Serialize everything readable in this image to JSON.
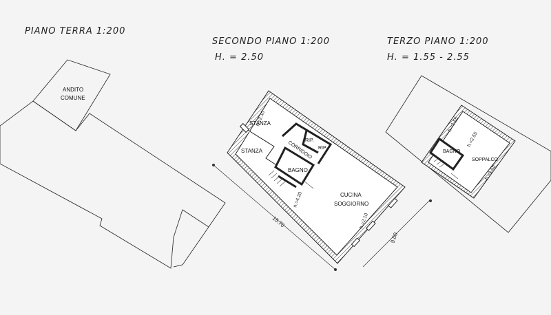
{
  "headers": {
    "piano_terra": "PIANO TERRA  1:200",
    "secondo_piano": "SECONDO PIANO  1:200",
    "secondo_h": "H. = 2.50",
    "terzo_piano": "TERZO PIANO  1:200",
    "terzo_h": "H. = 1.55 - 2.55"
  },
  "ground_floor": {
    "andito": "ANDITO",
    "comune": "COMUNE"
  },
  "second_floor": {
    "stanza_1": "STANZA",
    "stanza_2": "STANZA",
    "rip_1": "RIP.",
    "rip_2": "RIP.",
    "corridoio": "CORRIDOIO",
    "bagno": "BAGNO",
    "cucina": "CUCINA",
    "soggiorno": "SOGGIORNO",
    "h_210_a": "h.=2.10",
    "h_420": "h.=4.20",
    "h_210_b": "h.=2.10",
    "dim_length": "15.70",
    "dim_width": "9.00"
  },
  "third_floor": {
    "bagno": "BAGNO",
    "soppalco": "SOPPALCO",
    "h_155_a": "h.=1.55",
    "h_255": "h.=2.55",
    "h_155_b": "h.=1.55"
  }
}
